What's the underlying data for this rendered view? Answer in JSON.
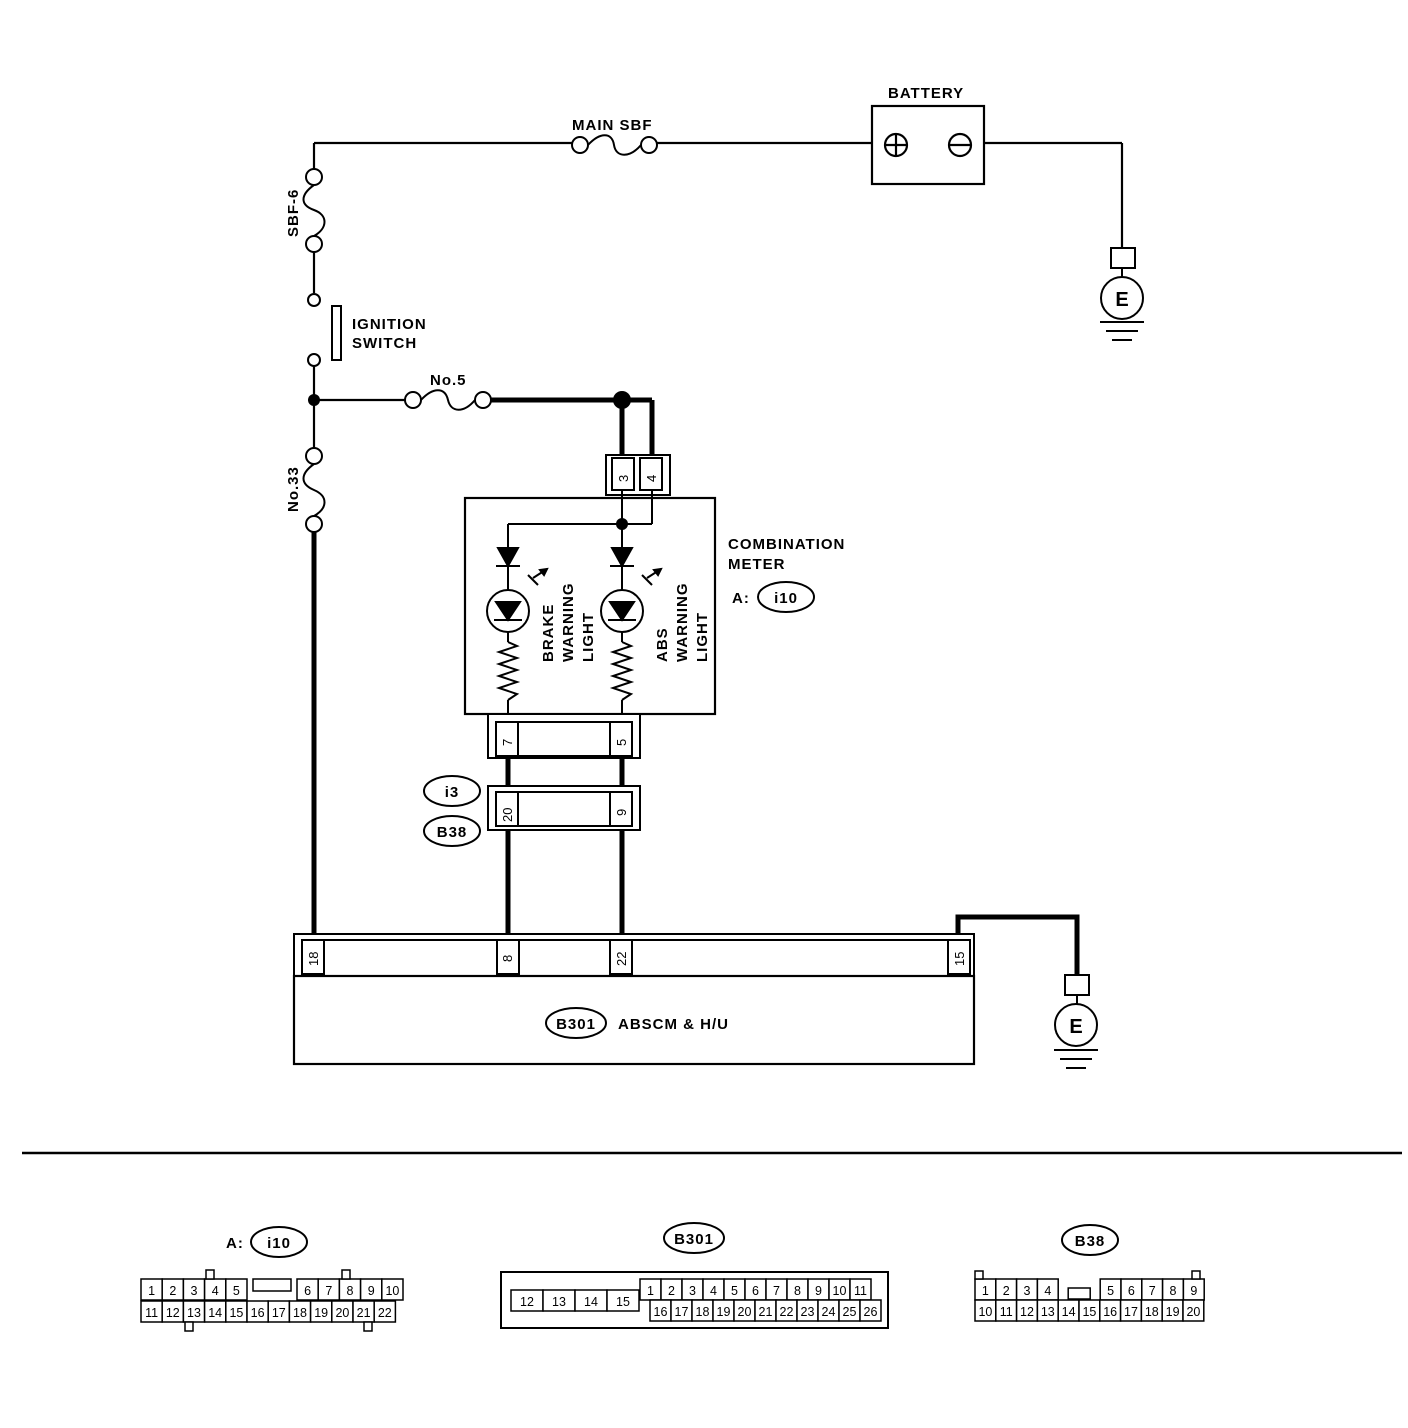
{
  "power": {
    "battery_label": "BATTERY",
    "battery_pos": "⊕",
    "battery_neg": "⊖",
    "main_sbf": "MAIN SBF",
    "sbf6": "SBF-6",
    "ignition_l1": "IGNITION",
    "ignition_l2": "SWITCH",
    "fuse_no5": "No.5",
    "fuse_no33": "No.33"
  },
  "ground": {
    "label": "E"
  },
  "meter": {
    "title_l1": "COMBINATION",
    "title_l2": "METER",
    "conn_prefix": "A:",
    "conn_id": "i10",
    "pin_3": "3",
    "pin_4": "4",
    "pin_7": "7",
    "pin_5": "5",
    "brake_l1": "BRAKE",
    "brake_l2": "WARNING",
    "brake_l3": "LIGHT",
    "abs_l1": "ABS",
    "abs_l2": "WARNING",
    "abs_l3": "LIGHT"
  },
  "relay_conn": {
    "id_upper": "i3",
    "id_lower": "B38",
    "pin_20": "20",
    "pin_9": "9"
  },
  "abscm": {
    "conn_id": "B301",
    "label": "ABSCM & H/U",
    "pin_18": "18",
    "pin_8": "8",
    "pin_22": "22",
    "pin_15": "15"
  },
  "connectors": {
    "i10": {
      "prefix": "A:",
      "id": "i10",
      "row1": [
        "1",
        "2",
        "3",
        "4",
        "5",
        "",
        "6",
        "7",
        "8",
        "9",
        "10"
      ],
      "row2": [
        "11",
        "12",
        "13",
        "14",
        "15",
        "16",
        "17",
        "18",
        "19",
        "20",
        "21",
        "22"
      ]
    },
    "b301": {
      "id": "B301",
      "big": [
        "12",
        "13",
        "14",
        "15"
      ],
      "row1": [
        "1",
        "2",
        "3",
        "4",
        "5",
        "6",
        "7",
        "8",
        "9",
        "10",
        "11"
      ],
      "row2": [
        "16",
        "17",
        "18",
        "19",
        "20",
        "21",
        "22",
        "23",
        "24",
        "25",
        "26"
      ]
    },
    "b38": {
      "id": "B38",
      "row1": [
        "1",
        "2",
        "3",
        "4",
        "5",
        "6",
        "7",
        "8",
        "9"
      ],
      "row2": [
        "10",
        "11",
        "12",
        "13",
        "14",
        "15",
        "16",
        "17",
        "18",
        "19",
        "20"
      ]
    }
  }
}
